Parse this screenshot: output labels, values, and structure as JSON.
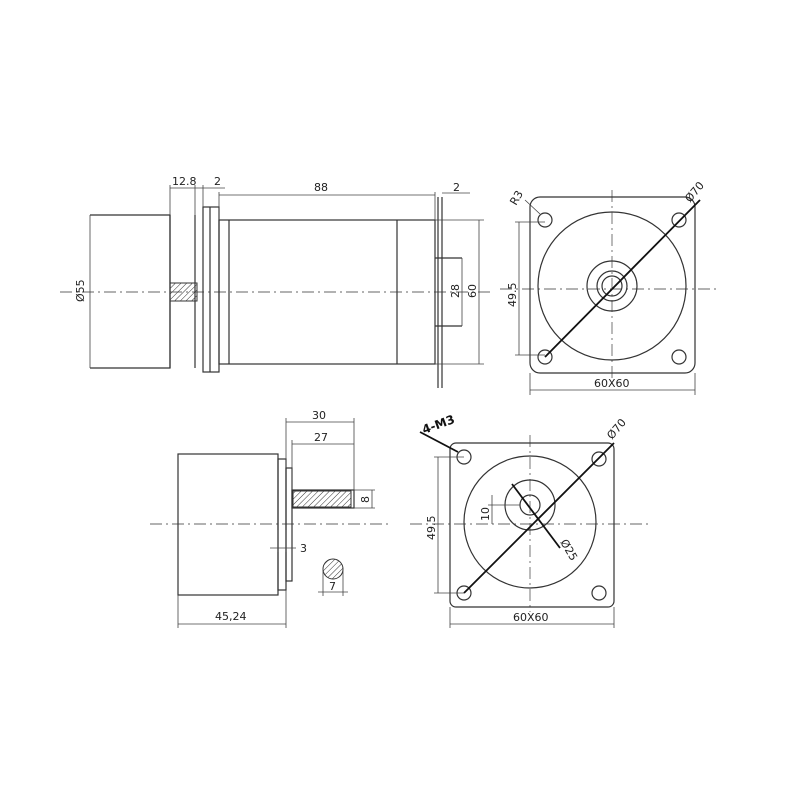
{
  "dimensions": {
    "flange_thickness": "12.8",
    "flange_gap": "2",
    "body_length": "88",
    "rear_gap": "2",
    "body_diameter": "Ø55",
    "rear_boss": "28",
    "body_height": "60",
    "corner_radius": "R3",
    "bolt_circle_top": "Ø70",
    "hole_spacing_top": "49.5",
    "face_size_top": "60X60",
    "shaft_length": "30",
    "key_length": "27",
    "key_height": "8",
    "shaft_step": "3",
    "shaft_dia": "7",
    "gearbox_length": "45,24",
    "mount_holes": "4-M3",
    "bolt_circle_bottom": "Ø70",
    "hole_spacing_bottom": "49.5",
    "shaft_offset": "10",
    "pilot_dia": "Ø25",
    "face_size_bottom": "60X60"
  }
}
